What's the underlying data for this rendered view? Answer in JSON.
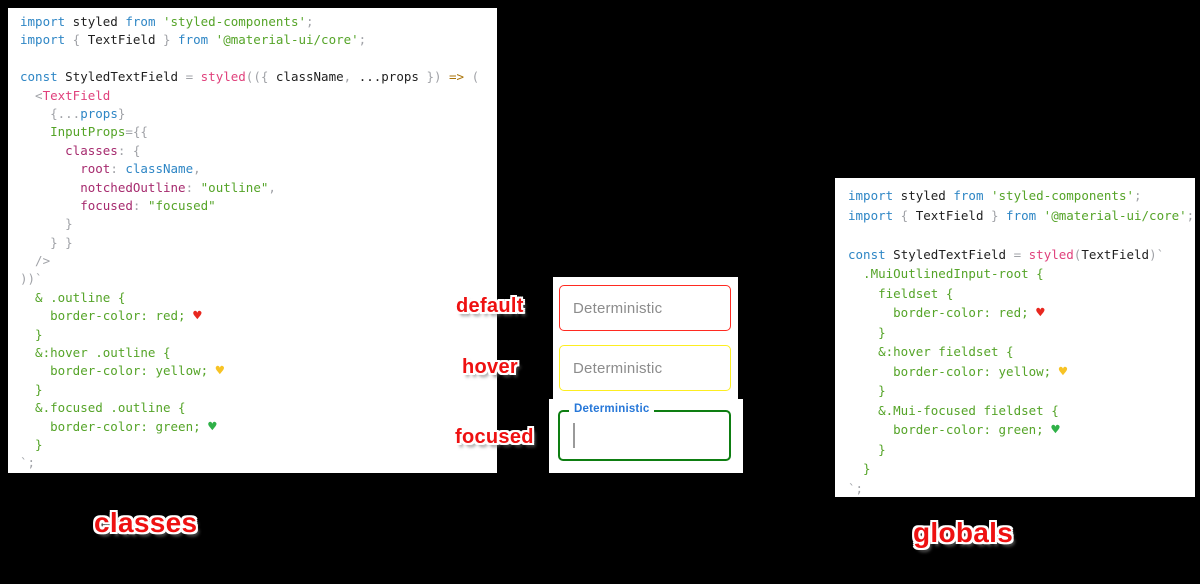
{
  "colors": {
    "background": "#000000",
    "panel": "#ffffff",
    "annotation_red": "#ee1111",
    "border_default": "#ff2a21",
    "border_hover": "#fdee21",
    "border_focused": "#0e7e12",
    "focused_label_blue": "#2677d8",
    "placeholder_gray": "#8c8c8c",
    "syntax_keyword": "#2e86c5",
    "syntax_string": "#55a428",
    "syntax_function": "#e0417c",
    "syntax_member": "#a62a6e",
    "syntax_punct": "#a1a3a8",
    "syntax_operator": "#aa7308"
  },
  "annotations": {
    "default": "default",
    "hover": "hover",
    "focused": "focused",
    "classes": "classes",
    "globals": "globals"
  },
  "fields": {
    "default": {
      "placeholder": "Deterministic",
      "state": "default"
    },
    "hover": {
      "placeholder": "Deterministic",
      "state": "hover"
    },
    "focused": {
      "label": "Deterministic",
      "value": "",
      "state": "focused"
    }
  },
  "code_blocks": {
    "classes": {
      "lines": [
        [
          [
            "k",
            "import"
          ],
          [
            "t",
            " styled "
          ],
          [
            "k",
            "from"
          ],
          [
            "s",
            " 'styled-components'"
          ],
          [
            "p",
            ";"
          ]
        ],
        [
          [
            "k",
            "import"
          ],
          [
            "p",
            " { "
          ],
          [
            "t",
            "TextField"
          ],
          [
            "p",
            " } "
          ],
          [
            "k",
            "from"
          ],
          [
            "s",
            " '@material-ui/core'"
          ],
          [
            "p",
            ";"
          ]
        ],
        [],
        [
          [
            "k",
            "const"
          ],
          [
            "t",
            " StyledTextField "
          ],
          [
            "p",
            "= "
          ],
          [
            "f",
            "styled"
          ],
          [
            "p",
            "(({ "
          ],
          [
            "t",
            "className"
          ],
          [
            "p",
            ", "
          ],
          [
            "t",
            "...props"
          ],
          [
            "p",
            " }) "
          ],
          [
            "o",
            "=>"
          ],
          [
            "p",
            " ("
          ]
        ],
        [
          [
            "p",
            "  <"
          ],
          [
            "f",
            "TextField"
          ]
        ],
        [
          [
            "p",
            "    {..."
          ],
          [
            "k",
            "props"
          ],
          [
            "p",
            "}"
          ]
        ],
        [
          [
            "a",
            "    InputProps"
          ],
          [
            "p",
            "={{"
          ]
        ],
        [
          [
            "m",
            "      classes"
          ],
          [
            "p",
            ": {"
          ]
        ],
        [
          [
            "m",
            "        root"
          ],
          [
            "p",
            ": "
          ],
          [
            "k",
            "className"
          ],
          [
            "p",
            ","
          ]
        ],
        [
          [
            "m",
            "        notchedOutline"
          ],
          [
            "p",
            ": "
          ],
          [
            "s",
            "\"outline\""
          ],
          [
            "p",
            ","
          ]
        ],
        [
          [
            "m",
            "        focused"
          ],
          [
            "p",
            ": "
          ],
          [
            "s",
            "\"focused\""
          ]
        ],
        [
          [
            "p",
            "      }"
          ]
        ],
        [
          [
            "p",
            "    } }"
          ]
        ],
        [
          [
            "p",
            "  />"
          ]
        ],
        [
          [
            "p",
            "))`"
          ]
        ],
        [
          [
            "s",
            "  & .outline {"
          ]
        ],
        [
          [
            "s",
            "    border-color: red; "
          ],
          [
            "hr",
            "♥"
          ]
        ],
        [
          [
            "s",
            "  }"
          ]
        ],
        [
          [
            "s",
            "  &:hover .outline {"
          ]
        ],
        [
          [
            "s",
            "    border-color: yellow; "
          ],
          [
            "hy",
            "♥"
          ]
        ],
        [
          [
            "s",
            "  }"
          ]
        ],
        [
          [
            "s",
            "  &.focused .outline {"
          ]
        ],
        [
          [
            "s",
            "    border-color: green; "
          ],
          [
            "hg",
            "♥"
          ]
        ],
        [
          [
            "s",
            "  }"
          ]
        ],
        [
          [
            "p",
            "`;"
          ]
        ]
      ]
    },
    "globals": {
      "lines": [
        [
          [
            "k",
            "import"
          ],
          [
            "t",
            " styled "
          ],
          [
            "k",
            "from"
          ],
          [
            "s",
            " 'styled-components'"
          ],
          [
            "p",
            ";"
          ]
        ],
        [
          [
            "k",
            "import"
          ],
          [
            "p",
            " { "
          ],
          [
            "t",
            "TextField"
          ],
          [
            "p",
            " } "
          ],
          [
            "k",
            "from"
          ],
          [
            "s",
            " '@material-ui/core'"
          ],
          [
            "p",
            ";"
          ]
        ],
        [],
        [
          [
            "k",
            "const"
          ],
          [
            "t",
            " StyledTextField "
          ],
          [
            "p",
            "= "
          ],
          [
            "f",
            "styled"
          ],
          [
            "p",
            "("
          ],
          [
            "t",
            "TextField"
          ],
          [
            "p",
            ")`"
          ]
        ],
        [
          [
            "s",
            "  .MuiOutlinedInput-root {"
          ]
        ],
        [
          [
            "s",
            "    fieldset {"
          ]
        ],
        [
          [
            "s",
            "      border-color: red; "
          ],
          [
            "hr",
            "♥"
          ]
        ],
        [
          [
            "s",
            "    }"
          ]
        ],
        [
          [
            "s",
            "    &:hover fieldset {"
          ]
        ],
        [
          [
            "s",
            "      border-color: yellow; "
          ],
          [
            "hy",
            "♥"
          ]
        ],
        [
          [
            "s",
            "    }"
          ]
        ],
        [
          [
            "s",
            "    &.Mui-focused fieldset {"
          ]
        ],
        [
          [
            "s",
            "      border-color: green; "
          ],
          [
            "hg",
            "♥"
          ]
        ],
        [
          [
            "s",
            "    }"
          ]
        ],
        [
          [
            "s",
            "  }"
          ]
        ],
        [
          [
            "p",
            "`;"
          ]
        ]
      ]
    }
  }
}
